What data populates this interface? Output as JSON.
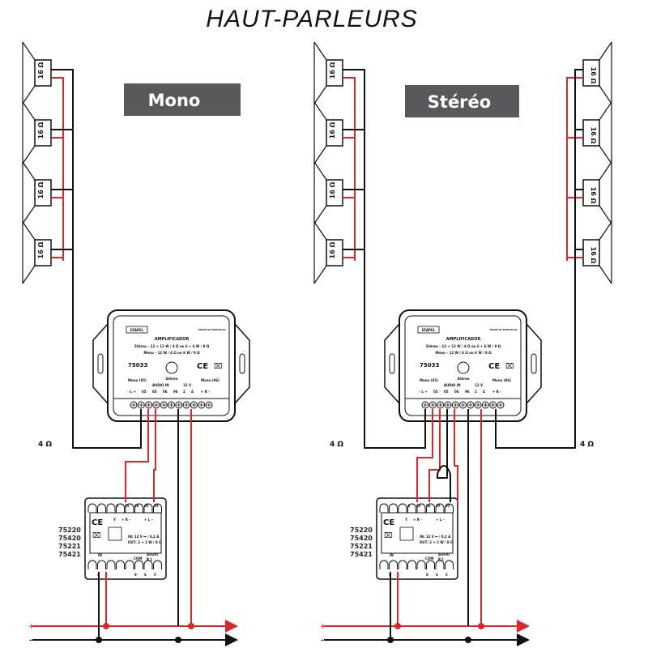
{
  "title": "HAUT-PARLEURS",
  "modes": {
    "mono": "Mono",
    "stereo": "Stéréo"
  },
  "speaker_label": "16 Ω",
  "load_label": "4 Ω",
  "amplifier": {
    "brand": "EFAPEL",
    "origin": "MADE IN PORTUGAL",
    "name": "AMPLIFICADOR",
    "spec_stereo": "Stéreo – 12 + 12 W / 4 Ω ou 6 + 6 W / 8 Ω",
    "spec_mono": "Mono – 12 W / 4 Ω ou 6 W / 8 Ω",
    "code": "75033",
    "ce": "CE",
    "stereo_label": "Stéreo",
    "mono_left": "Mono (85)",
    "mono_right": "Mono (86)",
    "out_left": "– L +",
    "out_right": "+ R –",
    "audio_in": "AUDIO IN",
    "power": "12 V",
    "terminals": [
      "05",
      "95",
      "06",
      "96",
      "2",
      "4"
    ]
  },
  "module": {
    "codes": [
      "75220",
      "75420",
      "75221",
      "75421"
    ],
    "ce": "CE",
    "top_terminals": [
      "A",
      "05",
      "96",
      "05",
      "95"
    ],
    "y_label": "Y",
    "r_label": "+ R –",
    "l_label": "+ L –",
    "spec_in": "IN: 12 V ⎓ / 0,2 A",
    "spec_out": "OUT: 2 + 2 W / 8 Ω",
    "in_label": "IN",
    "com": "COM",
    "audio": "AUDIO",
    "rl": "R  L",
    "bottom_terminals": [
      "4",
      "2",
      "8",
      "6",
      "5"
    ]
  },
  "bus": {
    "plus": "+",
    "minus": "-"
  },
  "colors": {
    "red": "#d42a2a",
    "black": "#111111",
    "label_bg": "#58585a"
  }
}
